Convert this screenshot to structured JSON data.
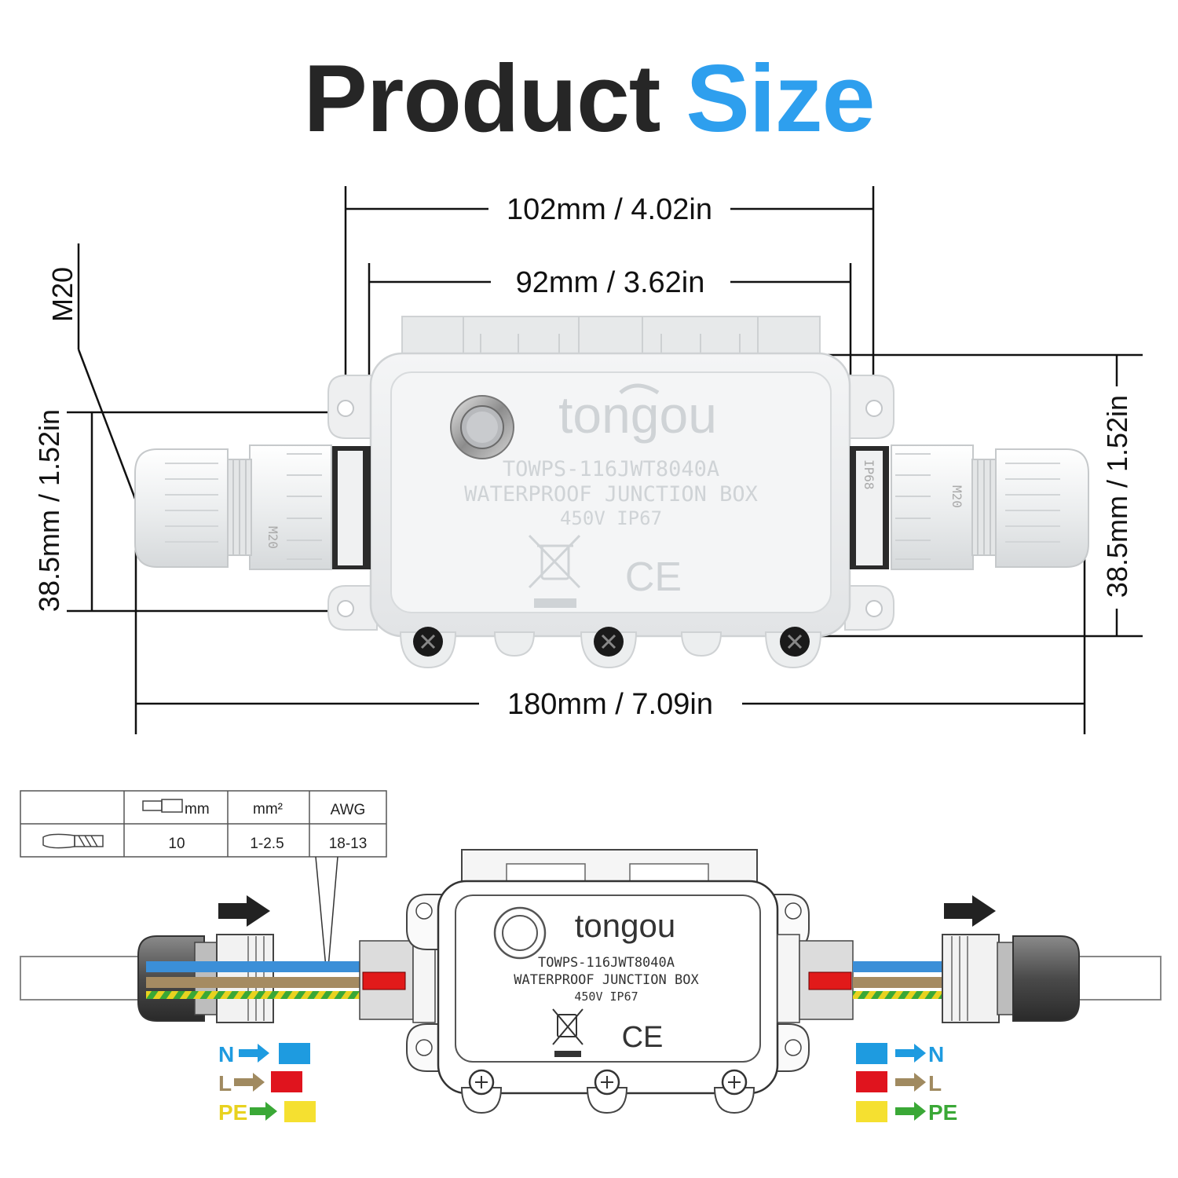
{
  "title": {
    "part1": "Product",
    "part2": "Size"
  },
  "dimensions": {
    "width_outer": "102mm / 4.02in",
    "width_inner": "92mm / 3.62in",
    "total_length": "180mm / 7.09in",
    "height_left": "38.5mm / 1.52in",
    "height_right": "38.5mm / 1.52in",
    "thread": "M20"
  },
  "product": {
    "brand": "tongou",
    "model": "TOWPS-116JWT8040A",
    "name": "WATERPROOF JUNCTION BOX",
    "rating": "450V  IP67",
    "ip68": "IP68",
    "gland_mark": "M20",
    "ce": "CE"
  },
  "wire_table": {
    "headers": [
      "mm",
      "mm²",
      "AWG"
    ],
    "row": [
      "10",
      "1-2.5",
      "18-13"
    ]
  },
  "legend": [
    {
      "label": "N",
      "arrow_color": "#1e9be0",
      "swatch_color": "#1e9be0"
    },
    {
      "label": "L",
      "arrow_color": "#a08a60",
      "swatch_color": "#e0141e"
    },
    {
      "label": "PE",
      "arrow_color": "#3aa836",
      "swatch_color": "#f5e030"
    }
  ],
  "colors": {
    "title_dark": "#262626",
    "title_accent": "#2e9fee",
    "wire_blue": "#3b8fd8",
    "wire_brown": "#a58b62",
    "wire_pe_green": "#3aa836",
    "wire_pe_yellow": "#e8d21f"
  }
}
